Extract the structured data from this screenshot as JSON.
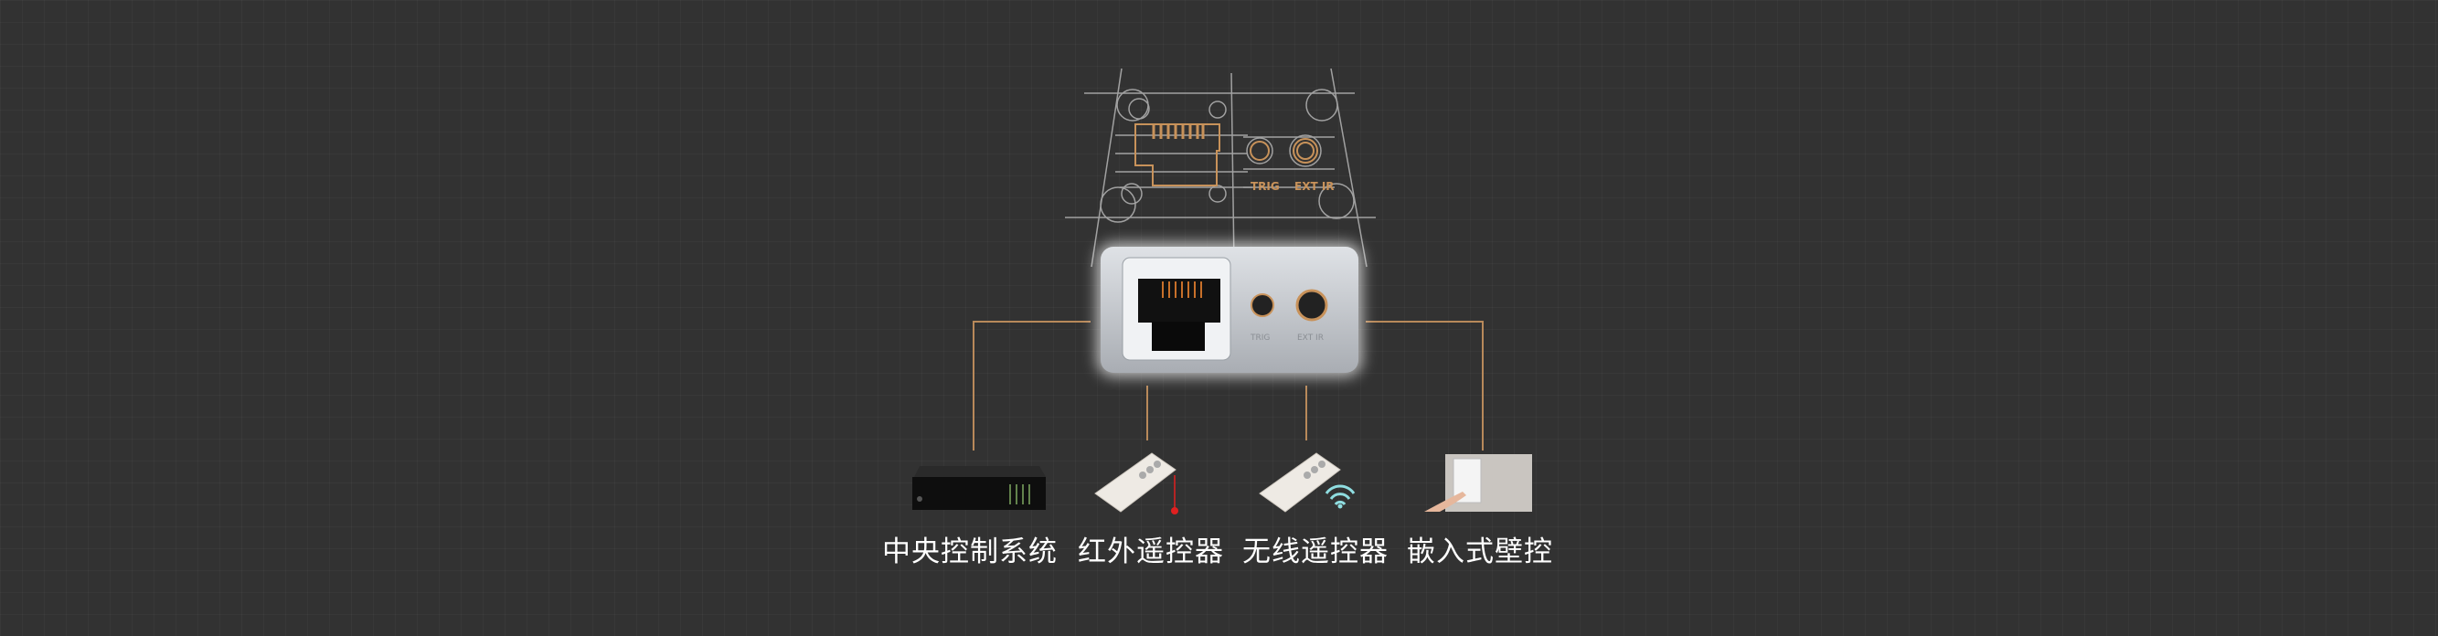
{
  "blueprint": {
    "port_labels": [
      "TRIG",
      "EXT IR"
    ]
  },
  "panel": {
    "port_labels": [
      "TRIG",
      "EXT IR"
    ]
  },
  "devices": [
    {
      "label": "中央控制系统",
      "icon": "control-box-icon"
    },
    {
      "label": "红外遥控器",
      "icon": "ir-remote-icon"
    },
    {
      "label": "无线遥控器",
      "icon": "wireless-remote-icon"
    },
    {
      "label": "嵌入式壁控",
      "icon": "wall-switch-icon"
    }
  ],
  "colors": {
    "background": "#323232",
    "accent": "#c8925a",
    "wifi": "#8fdde0",
    "ir": "#e02020"
  }
}
